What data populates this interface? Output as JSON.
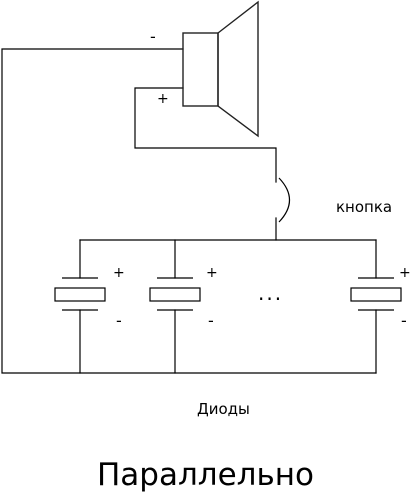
{
  "labels": {
    "button": "кнопка",
    "diodes": "Диоды",
    "title": "Параллельно",
    "ellipsis": "...",
    "plus": "+",
    "minus": "-"
  },
  "colors": {
    "wire": "#000000",
    "speaker_stroke": "#222222",
    "background": "#ffffff"
  },
  "components": {
    "speaker": "speaker-icon",
    "button": "push-button-switch",
    "capacitors": [
      "capacitor-1",
      "capacitor-2",
      "capacitor-3"
    ]
  }
}
